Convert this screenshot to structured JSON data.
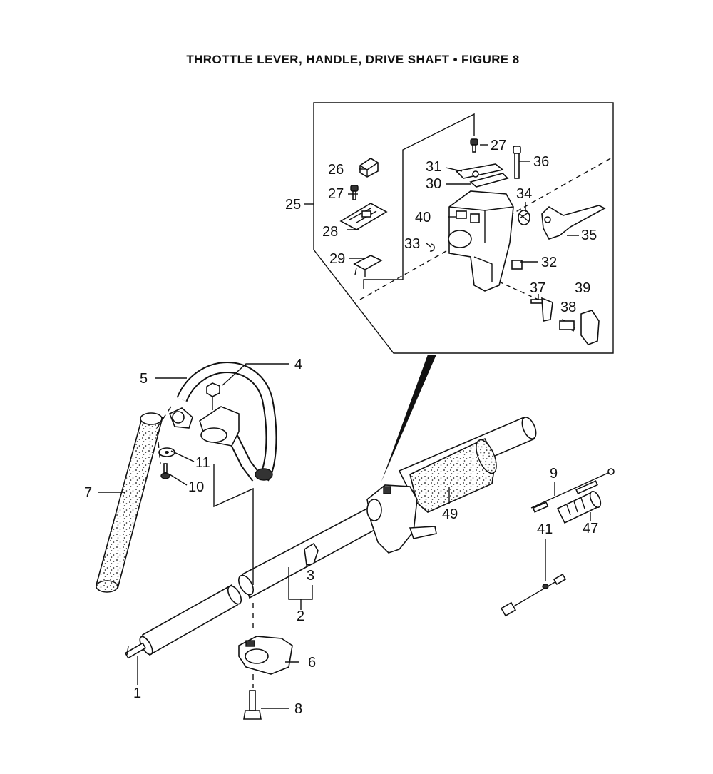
{
  "title": "THROTTLE LEVER, HANDLE, DRIVE SHAFT  •  FIGURE  8",
  "callouts": {
    "p1": "1",
    "p2": "2",
    "p3": "3",
    "p4": "4",
    "p5": "5",
    "p6": "6",
    "p7": "7",
    "p8": "8",
    "p9": "9",
    "p10": "10",
    "p11": "11",
    "p25": "25",
    "p26": "26",
    "p27a": "27",
    "p27b": "27",
    "p28": "28",
    "p29": "29",
    "p30": "30",
    "p31": "31",
    "p32": "32",
    "p33": "33",
    "p34": "34",
    "p35": "35",
    "p36": "36",
    "p37": "37",
    "p38": "38",
    "p39": "39",
    "p40": "40",
    "p41": "41",
    "p47": "47",
    "p49": "49"
  }
}
